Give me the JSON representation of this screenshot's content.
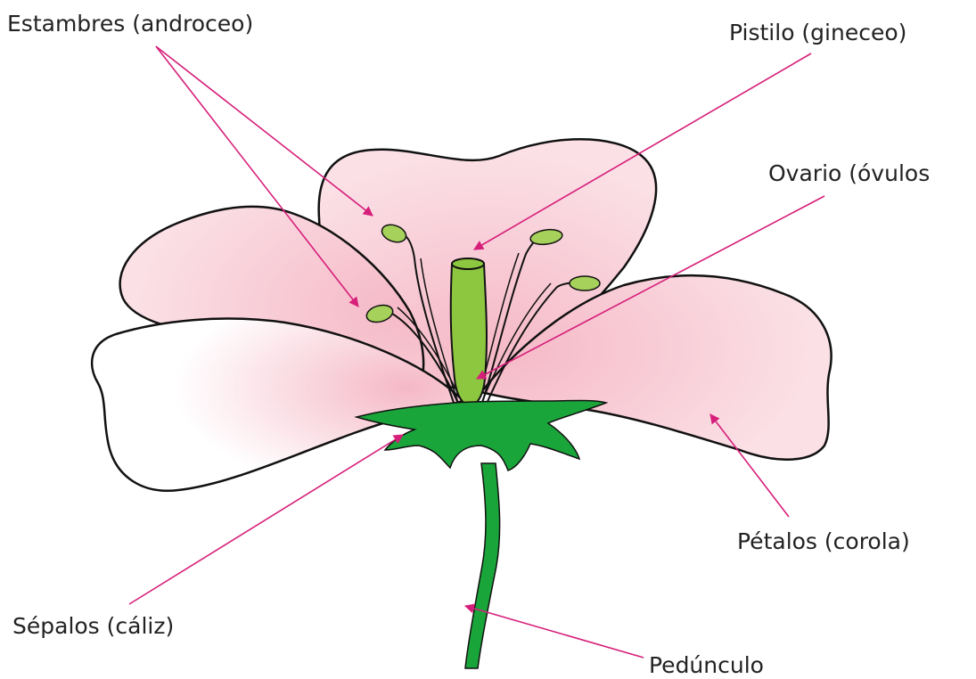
{
  "colors": {
    "petal_fill": "#fbe0e6",
    "petal_center": "#f5b8c6",
    "outline": "#111111",
    "sepal": "#1aa53a",
    "pistil": "#8dc63f",
    "anther": "#a6d15a",
    "leader": "#d61f7a"
  },
  "labels": {
    "estambres": "Estambres (androceo)",
    "pistilo": "Pistilo (gineceo)",
    "ovario": "Ovario (óvulos",
    "petalos": "Pétalos (corola)",
    "sepalos": "Sépalos (cáliz)",
    "pedunculo": "Pedúnculo"
  }
}
